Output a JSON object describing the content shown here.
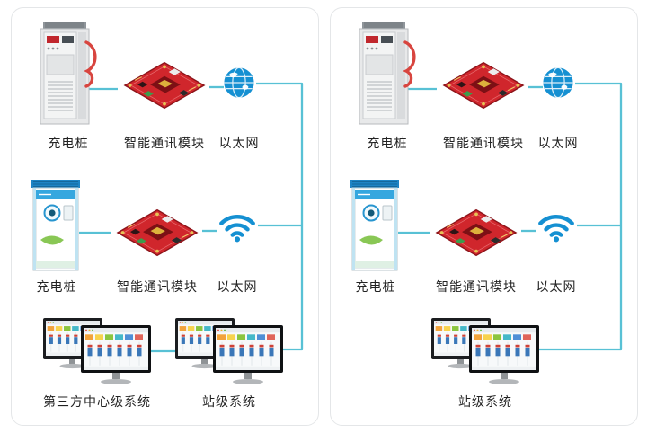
{
  "colors": {
    "connection_line": "#58c1d5",
    "board_red": "#d0262c",
    "network_blue": "#1590d2",
    "panel_border": "#e4e6e8"
  },
  "left_panel": {
    "row1": {
      "pile": "充电桩",
      "module": "智能通讯模块",
      "network": "以太网"
    },
    "row2": {
      "pile": "充电桩",
      "module": "智能通讯模块",
      "network": "以太网"
    },
    "systems": {
      "first": "第三方中心级系统",
      "second": "站级系统"
    }
  },
  "right_panel": {
    "row1": {
      "pile": "充电桩",
      "module": "智能通讯模块",
      "network": "以太网"
    },
    "row2": {
      "pile": "充电桩",
      "module": "智能通讯模块",
      "network": "以太网"
    },
    "systems": {
      "first": "站级系统"
    }
  }
}
